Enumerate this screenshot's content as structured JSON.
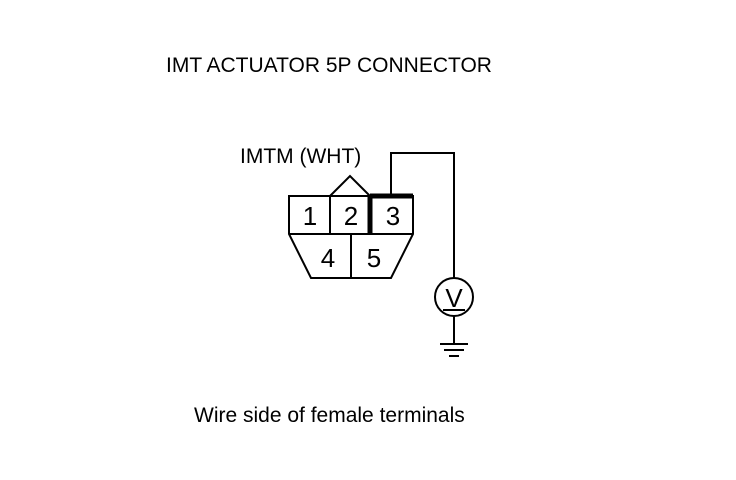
{
  "diagram": {
    "title": "IMT ACTUATOR 5P CONNECTOR",
    "connector_label": "IMTM (WHT)",
    "caption": "Wire side of female terminals",
    "terminals": {
      "t1": "1",
      "t2": "2",
      "t3": "3",
      "t4": "4",
      "t5": "5"
    },
    "voltmeter_symbol": "V",
    "icons": {
      "voltmeter": "voltmeter-icon",
      "ground": "ground-icon"
    }
  }
}
